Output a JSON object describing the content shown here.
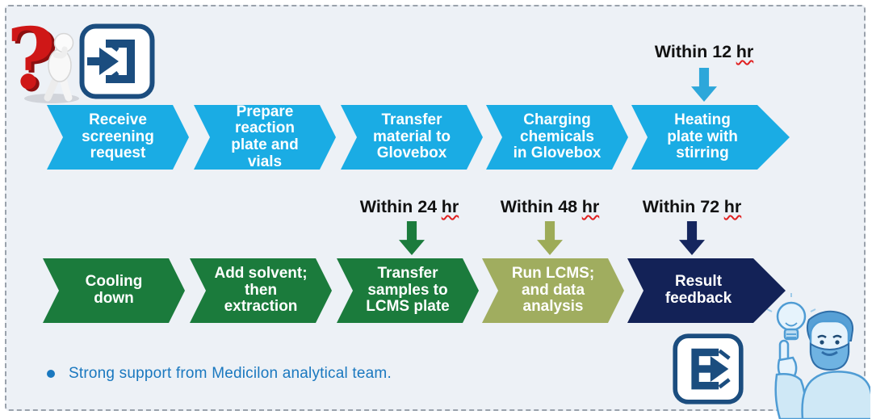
{
  "panel": {
    "background": "#edf1f6",
    "border_color": "#9aa2ac"
  },
  "flow": {
    "row1": {
      "steps": [
        {
          "label": "Receive\nscreening\nrequest",
          "color": "#1aace4"
        },
        {
          "label": "Prepare\nreaction\nplate and\nvials",
          "color": "#1aace4"
        },
        {
          "label": "Transfer\nmaterial to\nGlovebox",
          "color": "#1aace4"
        },
        {
          "label": "Charging\nchemicals\nin Glovebox",
          "color": "#1aace4"
        },
        {
          "label": "Heating\nplate with\nstirring",
          "color": "#1aace4"
        }
      ]
    },
    "row2": {
      "steps": [
        {
          "label": "Cooling\ndown",
          "color": "#1b7b3c"
        },
        {
          "label": "Add solvent;\nthen\nextraction",
          "color": "#1b7b3c"
        },
        {
          "label": "Transfer\nsamples to\nLCMS plate",
          "color": "#1b7b3c"
        },
        {
          "label": "Run LCMS;\nand data\nanalysis",
          "color": "#a0ad5f"
        },
        {
          "label": "Result\nfeedback",
          "color": "#132257"
        }
      ]
    }
  },
  "annotations": [
    {
      "prefix": "Within 12",
      "unit": "hr",
      "arrow_color": "#2da7da"
    },
    {
      "prefix": "Within 24",
      "unit": "hr",
      "arrow_color": "#1b7b3c"
    },
    {
      "prefix": "Within 48",
      "unit": "hr",
      "arrow_color": "#9dab58"
    },
    {
      "prefix": "Within 72",
      "unit": "hr",
      "arrow_color": "#15265e"
    }
  ],
  "footer": {
    "text": "Strong support from Medicilon analytical team.",
    "color": "#1a78bf"
  },
  "icons": {
    "question_figure": "thinking-figure-with-question-mark",
    "enter": "enter-door-arrow",
    "exit": "exit-door-arrow",
    "idea_person": "man-pointing-at-lightbulb",
    "icon_color": "#1b4d7f",
    "question_color": "#cf1717"
  }
}
